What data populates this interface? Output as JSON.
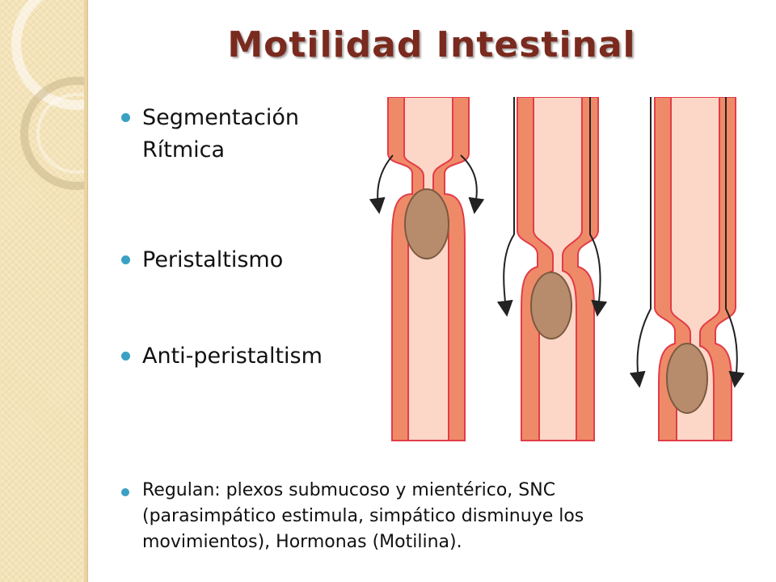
{
  "slide": {
    "title": "Motilidad Intestinal",
    "bullets": [
      {
        "line1": "Segmentación",
        "line2": "Rítmica"
      },
      {
        "line1": "Peristaltismo"
      },
      {
        "line1": "Anti-peristaltism"
      },
      {
        "line1": "Regulan: plexos submucoso y mientérico, SNC",
        "line2": "(parasimpático estimula, simpático disminuye los",
        "line3": "movimientos), Hormonas (Motilina)."
      }
    ]
  },
  "colors": {
    "title": "#7a2a1e",
    "bullet": "#3aa0c4",
    "sidebar": "#f4e3b8",
    "wall": "#ef8a68",
    "wall_edge": "#e23c48",
    "lumen": "#fcd7c8",
    "bolus": "#b78c6c"
  },
  "icons": [
    "bullet-dot-icon",
    "flow-arrow-icon"
  ]
}
